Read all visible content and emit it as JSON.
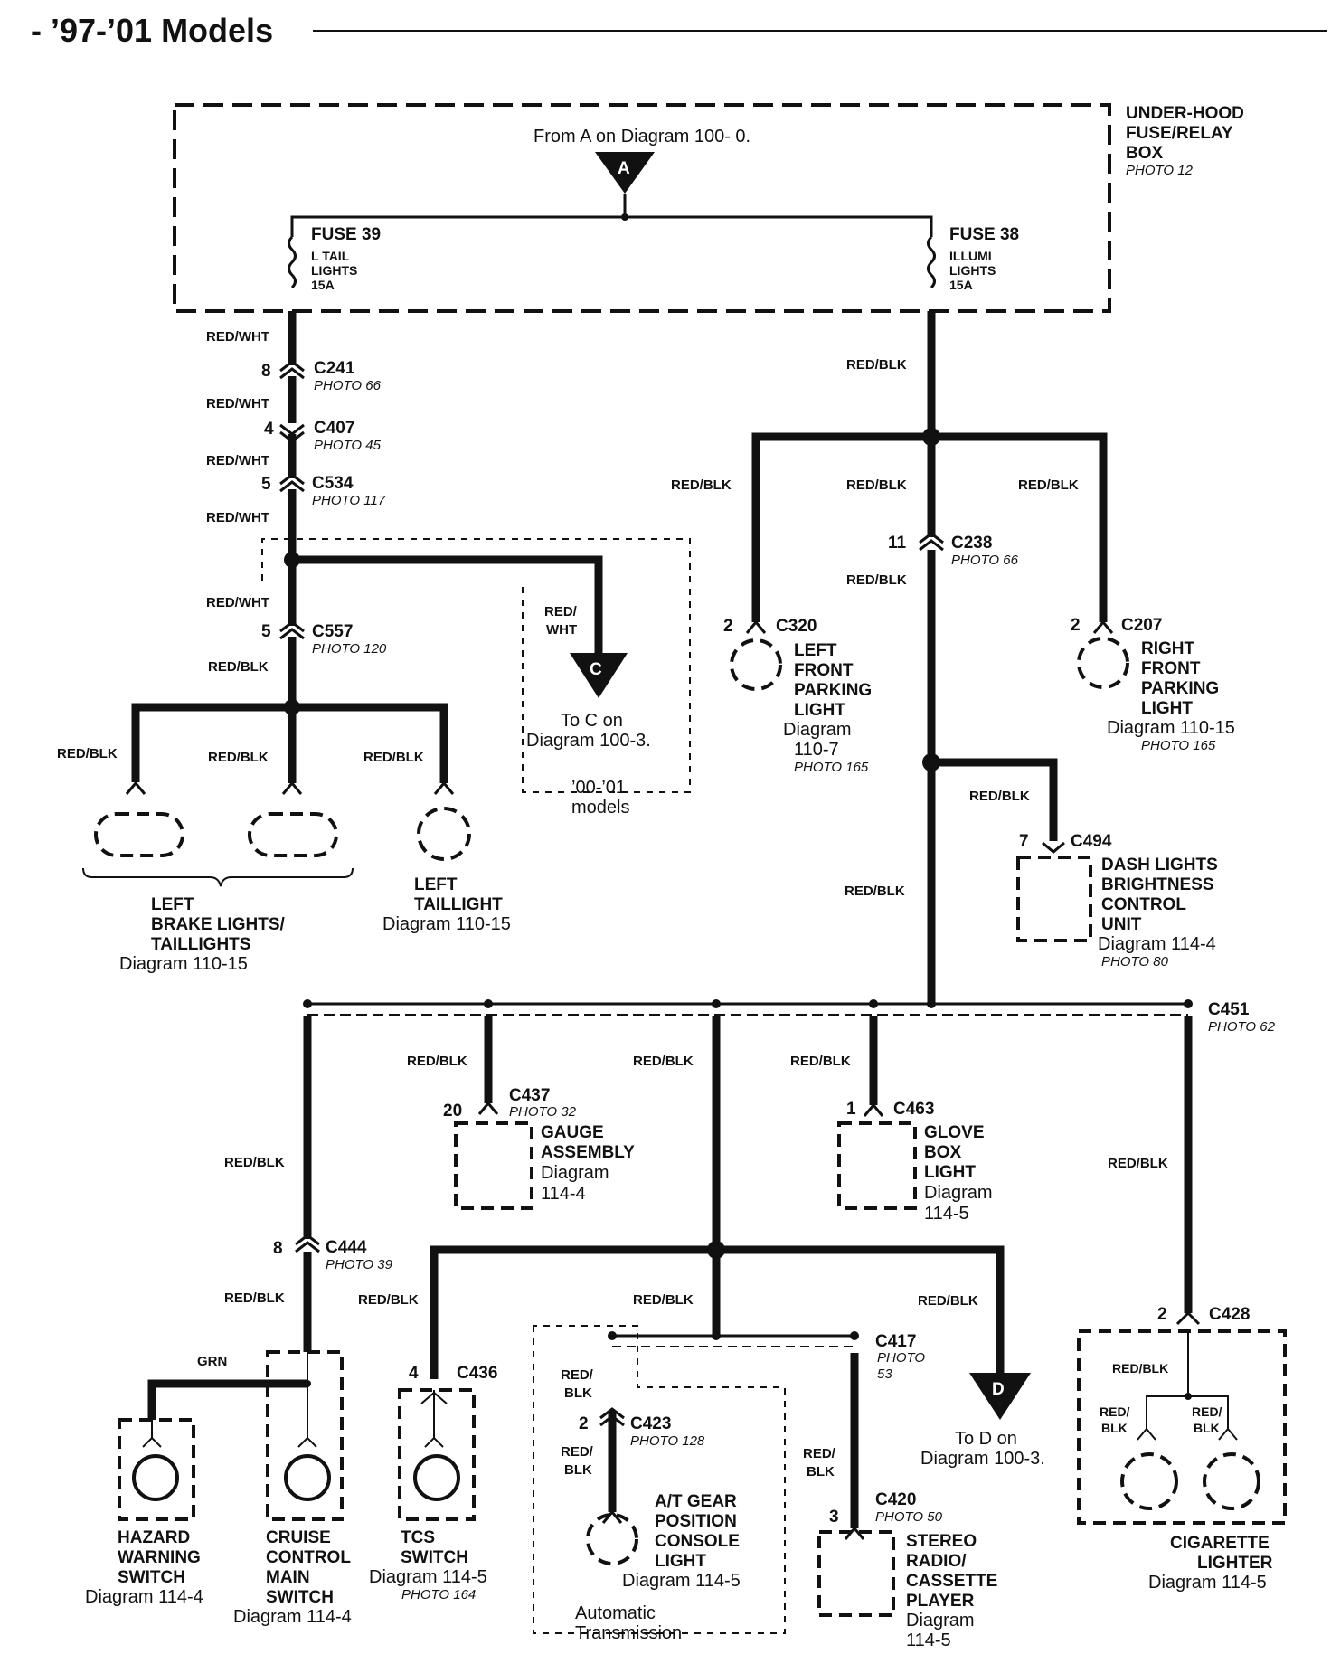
{
  "header": {
    "title": "- ’97-’01 Models"
  },
  "fuse_box": {
    "name_lines": [
      "UNDER-HOOD",
      "FUSE/RELAY",
      "BOX"
    ],
    "photo": "PHOTO 12",
    "source": "From A on Diagram 100- 0.",
    "source_letter": "A"
  },
  "fuses": {
    "fuse39": {
      "name": "FUSE 39",
      "desc_lines": [
        "L TAIL",
        "LIGHTS",
        "15A"
      ]
    },
    "fuse38": {
      "name": "FUSE 38",
      "desc_lines": [
        "ILLUMI",
        "LIGHTS",
        "15A"
      ]
    }
  },
  "wires": {
    "red_wht": "RED/WHT",
    "red_blk": "RED/BLK",
    "grn": "GRN",
    "red_split": "RED/",
    "wht_split": "WHT",
    "blk_split": "BLK"
  },
  "connectors": {
    "c241": {
      "pin": "8",
      "name": "C241",
      "photo": "PHOTO 66"
    },
    "c407": {
      "pin": "4",
      "name": "C407",
      "photo": "PHOTO 45"
    },
    "c534": {
      "pin": "5",
      "name": "C534",
      "photo": "PHOTO 117"
    },
    "c557": {
      "pin": "5",
      "name": "C557",
      "photo": "PHOTO 120"
    },
    "c238": {
      "pin": "11",
      "name": "C238",
      "photo": "PHOTO 66"
    },
    "c320": {
      "pin": "2",
      "name": "C320"
    },
    "c207": {
      "pin": "2",
      "name": "C207"
    },
    "c494": {
      "pin": "7",
      "name": "C494"
    },
    "c451": {
      "name": "C451",
      "photo": "PHOTO 62"
    },
    "c437": {
      "pin": "20",
      "name": "C437",
      "photo": "PHOTO 32"
    },
    "c463": {
      "pin": "1",
      "name": "C463"
    },
    "c444": {
      "pin": "8",
      "name": "C444",
      "photo": "PHOTO 39"
    },
    "c436": {
      "pin": "4",
      "name": "C436"
    },
    "c417": {
      "name": "C417",
      "photo_lines": [
        "PHOTO",
        "53"
      ]
    },
    "c423": {
      "pin": "2",
      "name": "C423",
      "photo": "PHOTO 128"
    },
    "c420": {
      "pin": "3",
      "name": "C420",
      "photo": "PHOTO 50"
    },
    "c428": {
      "pin": "2",
      "name": "C428"
    }
  },
  "components": {
    "left_brake": {
      "lines": [
        "LEFT",
        "BRAKE LIGHTS/",
        "TAILLIGHTS"
      ],
      "diagram": "Diagram 110-15"
    },
    "left_taillight": {
      "lines": [
        "LEFT",
        "TAILLIGHT"
      ],
      "diagram": "Diagram 110-15"
    },
    "to_c": {
      "letter": "C",
      "lines": [
        "To C on",
        "Diagram 100-3."
      ],
      "note_lines": [
        "’00-’01",
        "models"
      ]
    },
    "left_front_parking": {
      "lines": [
        "LEFT",
        "FRONT",
        "PARKING",
        "LIGHT"
      ],
      "diagram_lines": [
        "Diagram",
        "110-7"
      ],
      "photo": "PHOTO 165"
    },
    "right_front_parking": {
      "lines": [
        "RIGHT",
        "FRONT",
        "PARKING",
        "LIGHT"
      ],
      "diagram": "Diagram 110-15",
      "photo": "PHOTO 165"
    },
    "dash_lights": {
      "lines": [
        "DASH LIGHTS",
        "BRIGHTNESS",
        "CONTROL",
        "UNIT"
      ],
      "diagram": "Diagram 114-4",
      "photo": "PHOTO 80"
    },
    "gauge": {
      "lines": [
        "GAUGE",
        "ASSEMBLY"
      ],
      "diagram_lines": [
        "Diagram",
        "114-4"
      ]
    },
    "glove_box": {
      "lines": [
        "GLOVE",
        "BOX",
        "LIGHT"
      ],
      "diagram_lines": [
        "Diagram",
        "114-5"
      ]
    },
    "hazard": {
      "lines": [
        "HAZARD",
        "WARNING",
        "SWITCH"
      ],
      "diagram": "Diagram 114-4"
    },
    "cruise": {
      "lines": [
        "CRUISE",
        "CONTROL",
        "MAIN",
        "SWITCH"
      ],
      "diagram": "Diagram 114-4"
    },
    "tcs": {
      "lines": [
        "TCS",
        "SWITCH"
      ],
      "diagram": "Diagram 114-5",
      "photo": "PHOTO 164"
    },
    "at_gear": {
      "lines": [
        "A/T GEAR",
        "POSITION",
        "CONSOLE",
        "LIGHT"
      ],
      "diagram": "Diagram 114-5",
      "note_lines": [
        "Automatic",
        "Transmission"
      ]
    },
    "to_d": {
      "letter": "D",
      "lines": [
        "To D on",
        "Diagram 100-3."
      ]
    },
    "stereo": {
      "lines": [
        "STEREO",
        "RADIO/",
        "CASSETTE",
        "PLAYER"
      ],
      "diagram_lines": [
        "Diagram",
        "114-5"
      ]
    },
    "cigarette": {
      "lines": [
        "CIGARETTE",
        "LIGHTER"
      ],
      "diagram": "Diagram 114-5"
    }
  }
}
